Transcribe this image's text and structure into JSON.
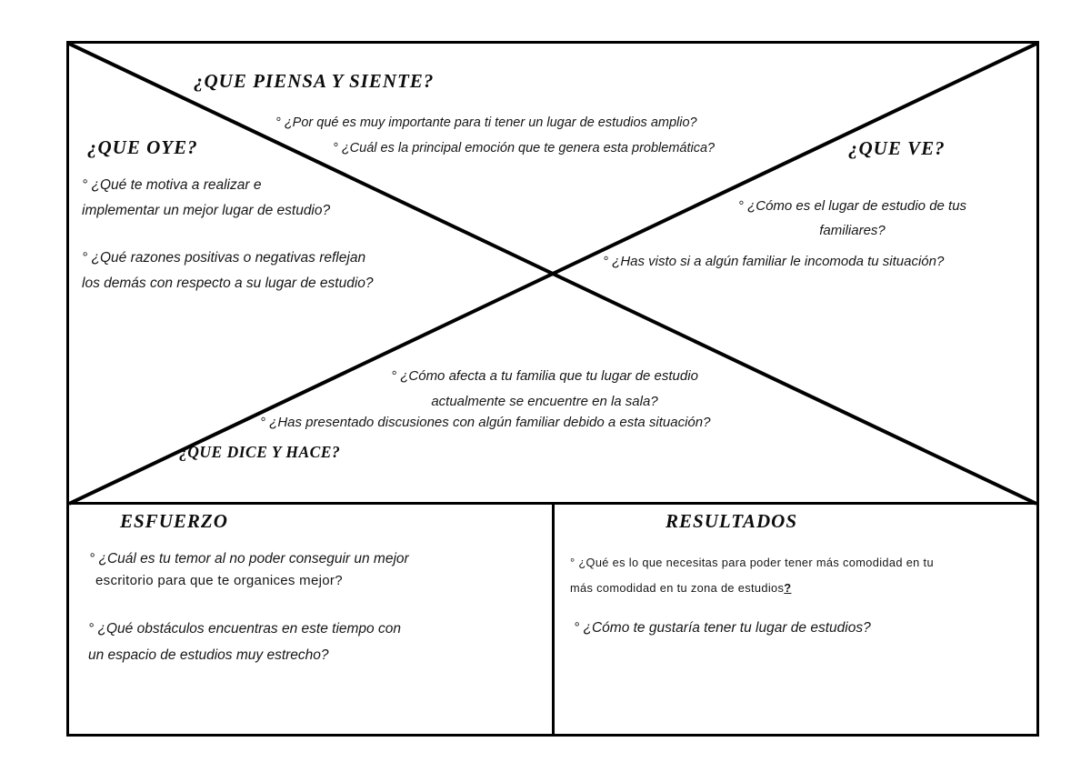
{
  "empathy_map": {
    "colors": {
      "line": "#000000",
      "text": "#161616",
      "background": "#ffffff"
    },
    "sections": {
      "piensa": {
        "title": "¿QUE PIENSA Y SIENTE?",
        "questions": [
          "° ¿Por qué es muy importante para ti tener un lugar de estudios amplio?",
          "° ¿Cuál es la principal emoción que te genera esta problemática?"
        ]
      },
      "oye": {
        "title": "¿QUE OYE?",
        "questions": [
          "° ¿Qué te motiva a realizar e\nimplementar un mejor lugar de estudio?",
          "° ¿Qué razones positivas o negativas reflejan\nlos demás con respecto a su lugar de estudio?"
        ]
      },
      "ve": {
        "title": "¿QUE VE?",
        "questions": [
          "° ¿Cómo es el lugar de estudio de tus\nfamiliares?",
          "° ¿Has visto si a algún familiar le incomoda tu situación?"
        ]
      },
      "dice": {
        "title": "¿QUE DICE Y HACE?",
        "questions": [
          "° ¿Cómo afecta a tu familia que tu lugar de estudio\nactualmente se encuentre en la sala?",
          "° ¿Has presentado discusiones con algún familiar debido a esta situación?"
        ]
      },
      "esfuerzo": {
        "title": "ESFUERZO",
        "q1_line1": "° ¿Cuál es tu temor al no poder conseguir un mejor",
        "q1_line2": "escritorio para que te organices mejor?",
        "q2": "° ¿Qué obstáculos encuentras en este tiempo con\nun espacio de estudios muy estrecho?"
      },
      "resultados": {
        "title": "RESULTADOS",
        "q1_text": "° ¿Qué es lo que necesitas para poder tener más comodidad en tu\nmás comodidad en tu zona de estudios",
        "q1_suffix": "?",
        "q2": "° ¿Cómo te gustaría tener tu lugar de estudios?"
      }
    }
  }
}
